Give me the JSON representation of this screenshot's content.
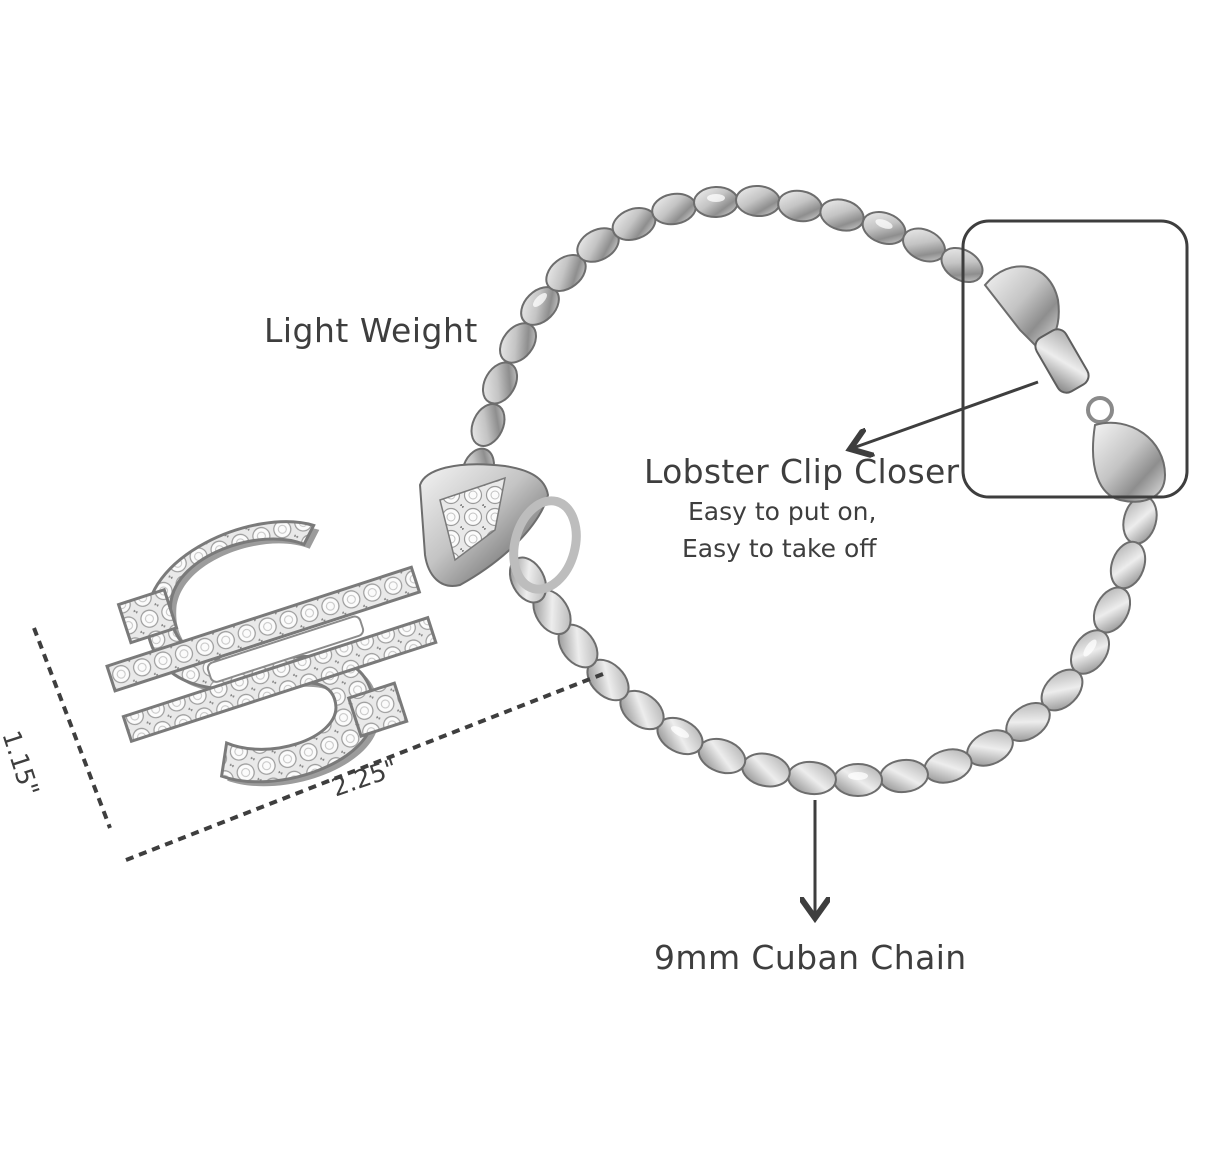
{
  "product": {
    "type": "bracelet",
    "pendant": "dollar-sign",
    "material_look": "silver with clear stones"
  },
  "callouts": {
    "light_weight": "Light Weight",
    "closure_title": "Lobster Clip Closer",
    "closure_line1": "Easy to put on,",
    "closure_line2": "Easy to take off",
    "chain": "9mm Cuban Chain"
  },
  "dimensions": {
    "height": "1.15\"",
    "width": "2.25\""
  },
  "colors": {
    "annotation": "#3e3e3e",
    "metal": "#c9c9c9",
    "background": "#ffffff"
  }
}
